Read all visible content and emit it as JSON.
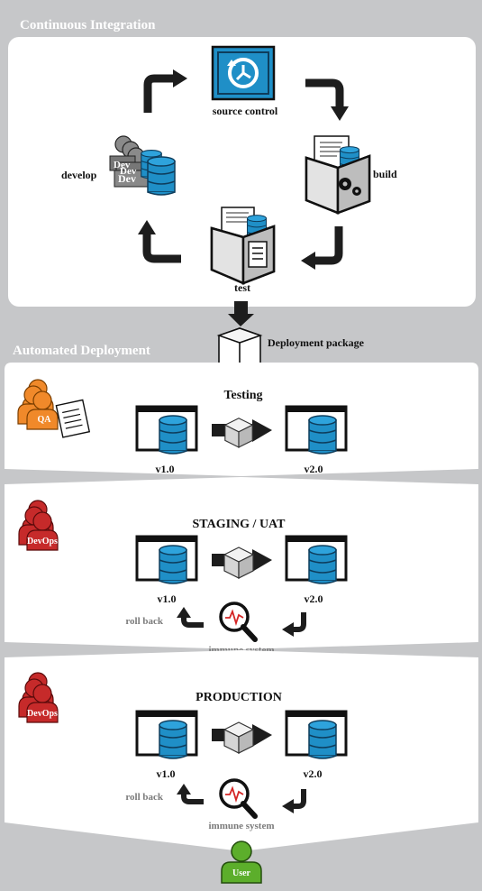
{
  "colors": {
    "background": "#c6c7c9",
    "panel": "#ffffff",
    "db_blue": "#1f8fc7",
    "arrow": "#1d1d1d",
    "qa_orange": "#f0892a",
    "devops_red": "#c62a2a",
    "user_green": "#5cae2b"
  },
  "ci": {
    "title": "Continuous Integration",
    "source_control": "source control",
    "build": "build",
    "test": "test",
    "develop": "develop",
    "dev_tags": [
      "Dev",
      "Dev",
      "Dev"
    ],
    "source_icon": "safe-clock-icon",
    "build_icon": "gear-box-icon",
    "test_icon": "checklist-box-icon"
  },
  "package": {
    "label": "Deployment package"
  },
  "ad": {
    "title": "Automated Deployment",
    "testing": {
      "title": "Testing",
      "role": "QA",
      "v_from": "v1.0",
      "v_to": "v2.0"
    },
    "staging": {
      "title": "STAGING / UAT",
      "role": "DevOps",
      "v_from": "v1.0",
      "v_to": "v2.0",
      "rollback": "roll back",
      "immune": "immune system"
    },
    "production": {
      "title": "PRODUCTION",
      "role": "DevOps",
      "v_from": "v1.0",
      "v_to": "v2.0",
      "rollback": "roll back",
      "immune": "immune system"
    }
  },
  "user": {
    "label": "User"
  }
}
